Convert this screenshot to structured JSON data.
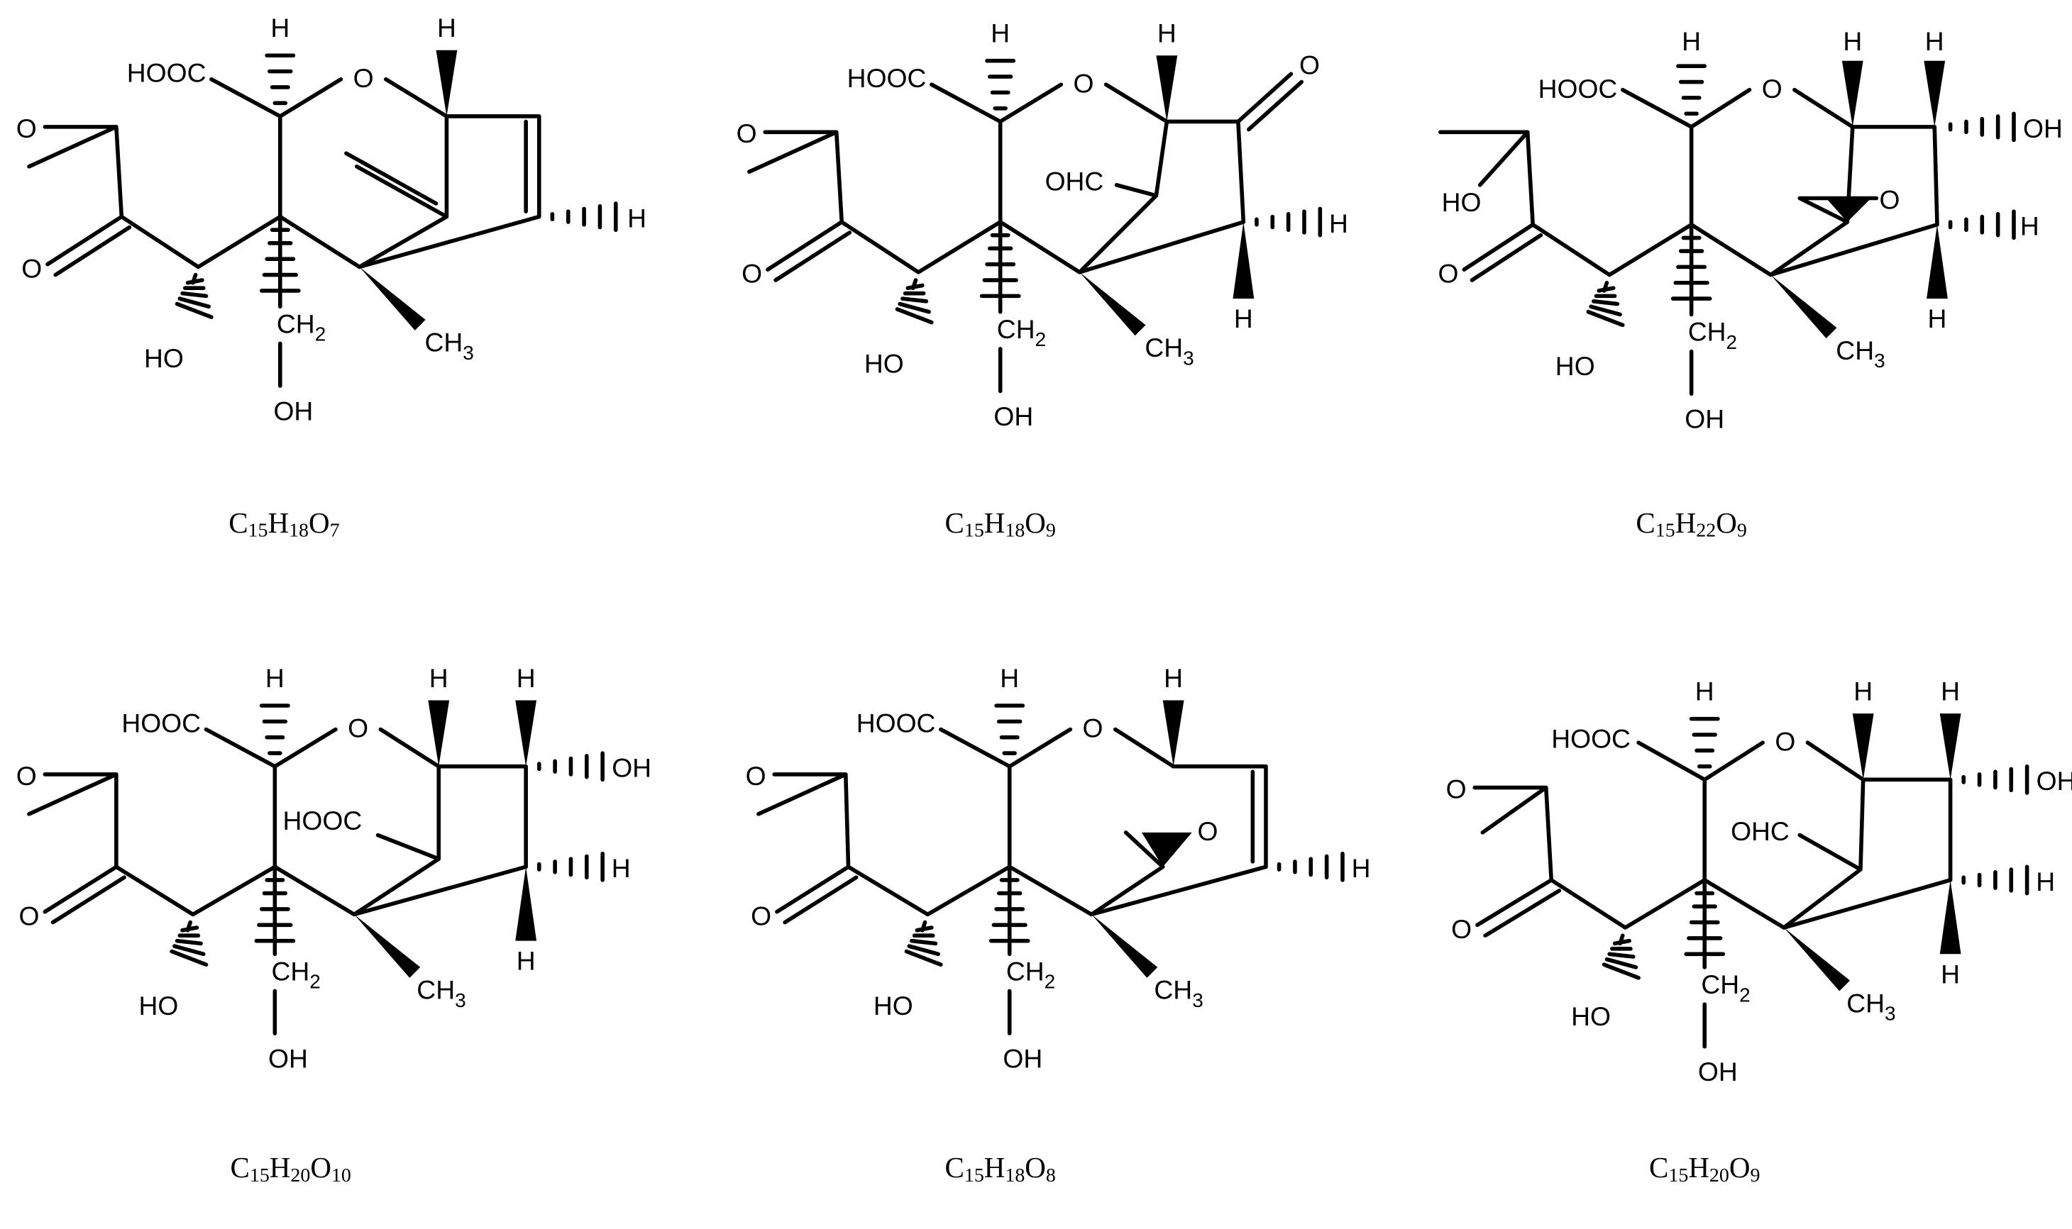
{
  "molecules": [
    {
      "formula": {
        "c": "C",
        "c_n": "15",
        "h": "H",
        "h_n": "18",
        "o": "O",
        "o_n": "7"
      },
      "labels": {
        "acid": "HOOC",
        "ring_o": "O",
        "h_top": "H",
        "h_bridge": "H",
        "h_right": "H",
        "ketone_o1": "O",
        "ketone_o2": "O",
        "oh_side": "HO",
        "ch2": "CH2",
        "oh_bottom": "OH",
        "ch3": "CH3"
      }
    },
    {
      "formula": {
        "c": "C",
        "c_n": "15",
        "h": "H",
        "h_n": "18",
        "o": "O",
        "o_n": "9"
      },
      "labels": {
        "acid": "HOOC",
        "ring_o": "O",
        "h_top": "H",
        "h_bridge": "H",
        "h_right": "H",
        "h_low": "H",
        "ketone_o1": "O",
        "ketone_o2": "O",
        "ring_ketone_o": "O",
        "aldehyde": "OHC",
        "oh_side": "HO",
        "ch2": "CH2",
        "oh_bottom": "OH",
        "ch3": "CH3"
      }
    },
    {
      "formula": {
        "c": "C",
        "c_n": "15",
        "h": "H",
        "h_n": "22",
        "o": "O",
        "o_n": "9"
      },
      "labels": {
        "acid": "HOOC",
        "ring_o": "O",
        "h_top": "H",
        "h_bridge": "H",
        "h_c1": "H",
        "oh_c1": "OH",
        "h_c2": "H",
        "h_low": "H",
        "ho_top": "HO",
        "ketone_o": "O",
        "epox_o": "O",
        "oh_side": "HO",
        "ch2": "CH2",
        "oh_bottom": "OH",
        "ch3": "CH3"
      }
    },
    {
      "formula": {
        "c": "C",
        "c_n": "15",
        "h": "H",
        "h_n": "20",
        "o": "O",
        "o_n": "10"
      },
      "labels": {
        "acid": "HOOC",
        "ring_o": "O",
        "h_top": "H",
        "h_bridge": "H",
        "h_c1": "H",
        "oh_c1": "OH",
        "h_c2": "H",
        "h_low": "H",
        "ketone_o1": "O",
        "ketone_o2": "O",
        "acid2": "HOOC",
        "oh_side": "HO",
        "ch2": "CH2",
        "oh_bottom": "OH",
        "ch3": "CH3"
      }
    },
    {
      "formula": {
        "c": "C",
        "c_n": "15",
        "h": "H",
        "h_n": "18",
        "o": "O",
        "o_n": "8"
      },
      "labels": {
        "acid": "HOOC",
        "ring_o": "O",
        "h_top": "H",
        "h_bridge": "H",
        "h_right": "H",
        "ketone_o1": "O",
        "ketone_o2": "O",
        "epox_o": "O",
        "oh_side": "HO",
        "ch2": "CH2",
        "oh_bottom": "OH",
        "ch3": "CH3"
      }
    },
    {
      "formula": {
        "c": "C",
        "c_n": "15",
        "h": "H",
        "h_n": "20",
        "o": "O",
        "o_n": "9"
      },
      "labels": {
        "acid": "HOOC",
        "ring_o": "O",
        "h_top": "H",
        "h_bridge": "H",
        "h_c1": "H",
        "oh_c1": "OH",
        "h_c2": "H",
        "h_low": "H",
        "ketone_o1": "O",
        "ketone_o2": "O",
        "aldehyde": "OHC",
        "oh_side": "HO",
        "ch2": "CH2",
        "oh_bottom": "OH",
        "ch3": "CH3"
      }
    }
  ]
}
